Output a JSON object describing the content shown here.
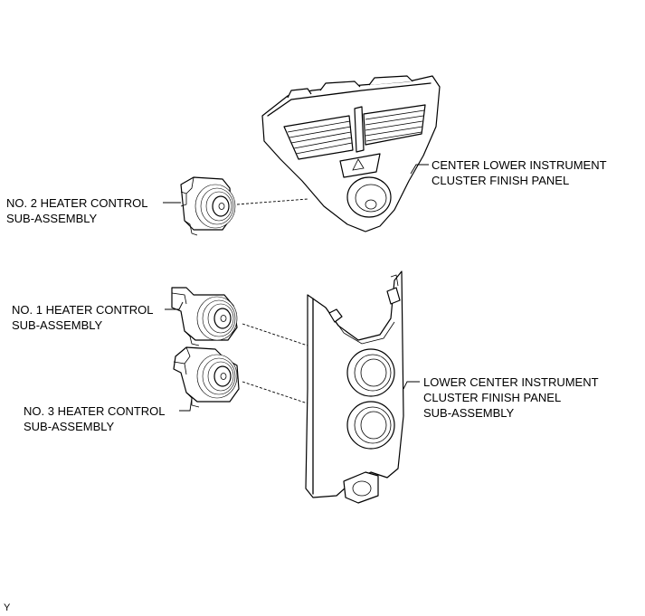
{
  "labels": {
    "no2_line1": "NO. 2 HEATER CONTROL",
    "no2_line2": "SUB-ASSEMBLY",
    "center_lower_line1": "CENTER LOWER INSTRUMENT",
    "center_lower_line2": "CLUSTER FINISH PANEL",
    "no1_line1": "NO. 1 HEATER CONTROL",
    "no1_line2": "SUB-ASSEMBLY",
    "no3_line1": "NO. 3 HEATER CONTROL",
    "no3_line2": "SUB-ASSEMBLY",
    "lower_center_line1": "LOWER CENTER INSTRUMENT",
    "lower_center_line2": "CLUSTER FINISH PANEL",
    "lower_center_line3": "SUB-ASSEMBLY",
    "corner_mark": "Y"
  }
}
